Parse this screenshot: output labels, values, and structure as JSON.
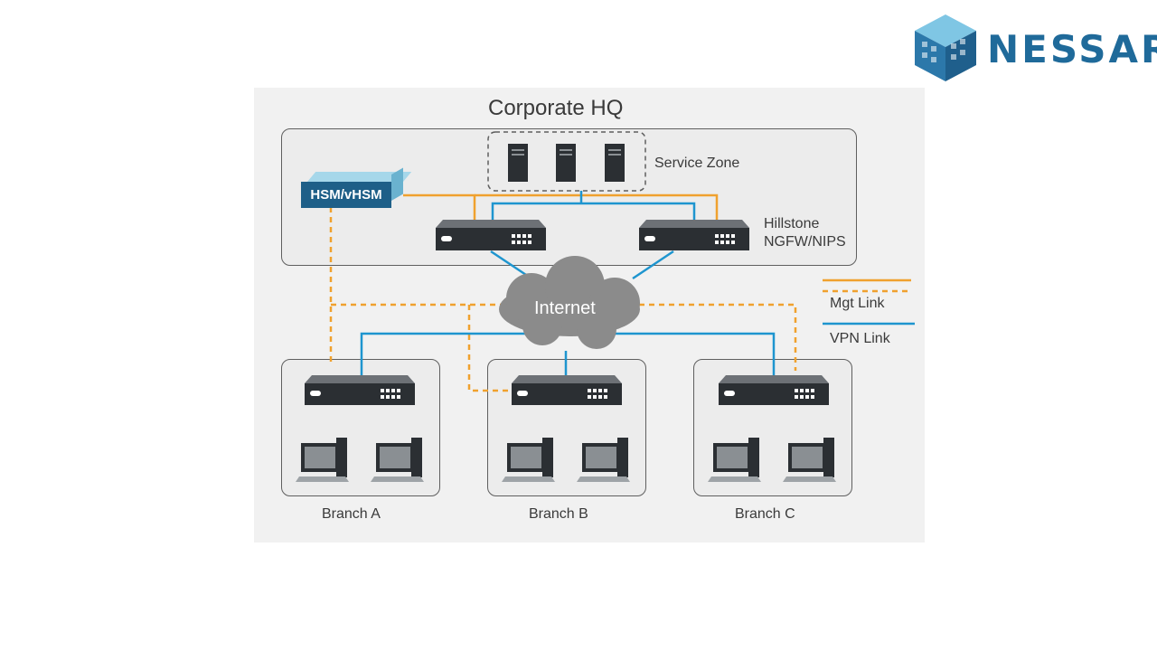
{
  "logo": {
    "text": "NESSAR"
  },
  "hq": {
    "title": "Corporate HQ",
    "service_zone": "Service Zone",
    "hsm": "HSM/vHSM",
    "firewall_line1": "Hillstone",
    "firewall_line2": "NGFW/NIPS"
  },
  "internet": "Internet",
  "branches": [
    "Branch A",
    "Branch B",
    "Branch C"
  ],
  "legend": {
    "mgt": "Mgt Link",
    "vpn": "VPN Link"
  },
  "colors": {
    "mgt_link": "#f0a12e",
    "vpn_link": "#1e95cf",
    "device": "#2b2f33",
    "hsm": "#1e5f88"
  }
}
